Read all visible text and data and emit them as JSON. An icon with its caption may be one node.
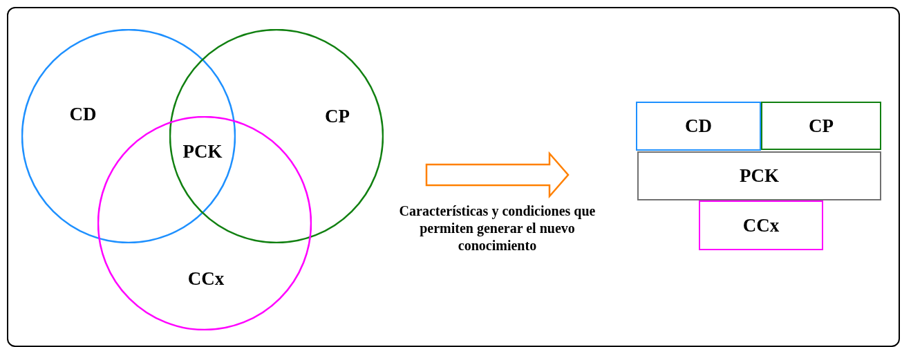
{
  "diagram": {
    "nodes": [
      {
        "text": [
          "CD"
        ]
      },
      {
        "text": [
          "CP"
        ]
      },
      {
        "text": [
          "CCx"
        ]
      },
      {
        "text": [
          "CD"
        ]
      },
      {
        "text": [
          "CP"
        ]
      },
      {
        "text": [
          "PCK"
        ]
      },
      {
        "text": [
          "CCx"
        ]
      }
    ],
    "edges": [
      {
        "from": 1,
        "to": 3,
        "arrow": "to",
        "label": "Características y condiciones que permiten generar el nuevo conocimiento",
        "color": "#ff8000"
      }
    ],
    "labels": [
      "PCK"
    ]
  }
}
